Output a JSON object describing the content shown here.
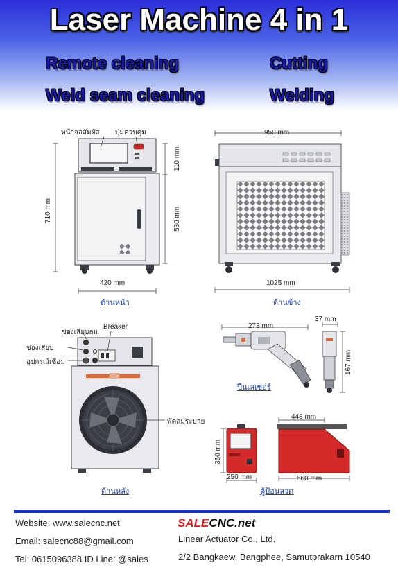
{
  "header": {
    "title": "Laser Machine 4 in 1",
    "features": [
      "Remote cleaning",
      "Cutting",
      "Weld seam cleaning",
      "Welding"
    ]
  },
  "front_view": {
    "screen_label": "หน้าจอสัมผัส",
    "control_label": "ปุ่มควบคุม",
    "height_top": "110 mm",
    "height_total": "710 mm",
    "height_body": "530 mm",
    "width": "420 mm",
    "caption": "ด้านหน้า"
  },
  "side_view": {
    "width_top": "950 mm",
    "width_bottom": "1025 mm",
    "caption": "ด้านข้าง"
  },
  "rear_view": {
    "air_port_label": "ช่องเสียบลม",
    "breaker_label": "Breaker",
    "socket_label_1": "ช่องเสียบ",
    "socket_label_2": "อุปกรณ์เชื่อม",
    "fan_label": "พัดลมระบาย",
    "caption": "ด้านหลัง"
  },
  "laser_gun": {
    "length": "273 mm",
    "width": "37 mm",
    "height": "167 mm",
    "caption": "ปืนเลเซอร์"
  },
  "wire_feeder": {
    "height": "350 mm",
    "width": "250 mm",
    "case_width_top": "448 mm",
    "case_width_bottom": "560 mm",
    "caption": "ตู้ป้อนลวด"
  },
  "footer": {
    "website": "Website: www.salecnc.net",
    "email": "Email: salecnc88@gmail.com",
    "tel": "Tel: 0615096388  ID Line: @sales",
    "brand_part1": "SALE",
    "brand_part2": "CNC.net",
    "company": "Linear Actuator Co., Ltd.",
    "address": "2/2 Bangkaew, Bangphee, Samutprakarn 10540"
  },
  "colors": {
    "header_blue": "#2b2fd8",
    "feature_text": "#1a1aa8",
    "machine_gray": "#e4e6ea",
    "machine_dark": "#3a3d44",
    "feeder_red": "#d42a2a",
    "caption_blue": "#1a3fbf",
    "footer_line": "#1537d8",
    "brand_red": "#e02020"
  }
}
